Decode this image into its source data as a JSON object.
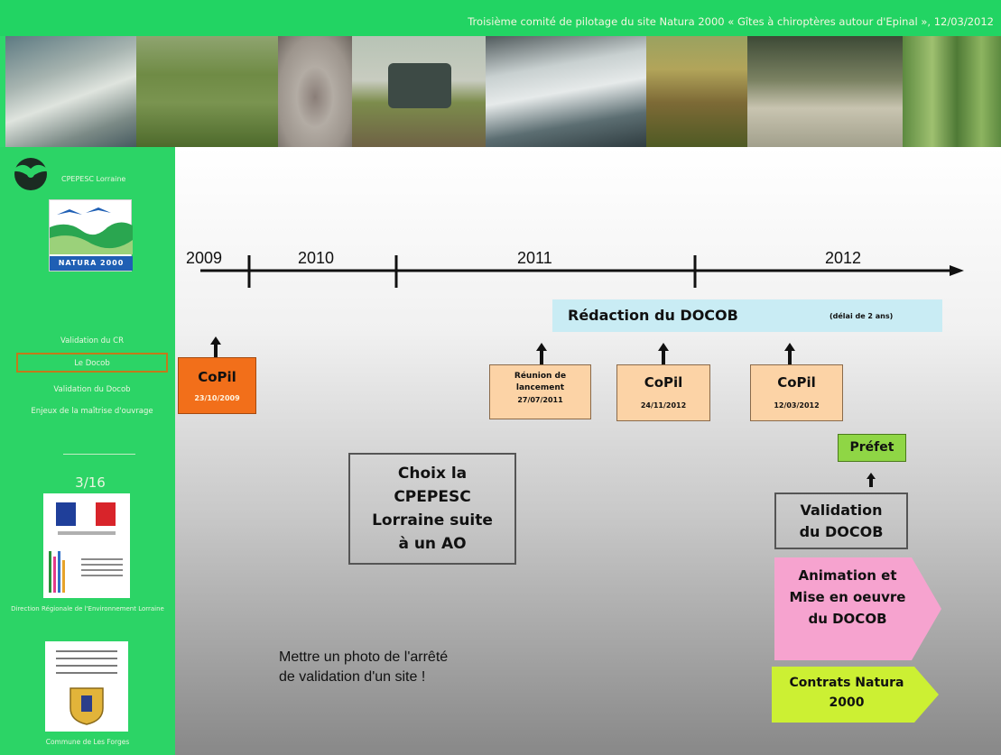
{
  "header": {
    "title": "Troisième comité de pilotage du site Natura 2000 « Gîtes à chiroptères autour d'Epinal », 12/03/2012"
  },
  "sidebar": {
    "org_name": "CPEPESC Lorraine",
    "natura_logo_text": "NATURA 2000",
    "nav": [
      {
        "label": "Validation du CR",
        "selected": false
      },
      {
        "label": "Le Docob",
        "selected": true
      },
      {
        "label": "Validation du Docob",
        "selected": false
      },
      {
        "label": "Enjeux de la maîtrise d'ouvrage",
        "selected": false
      }
    ],
    "page_counter": "3/16",
    "dreal_caption": "Direction Régionale de l'Environnement Lorraine",
    "commune_caption": "Commune de Les Forges"
  },
  "timeline": {
    "years": [
      "2009",
      "2010",
      "2011",
      "2012"
    ]
  },
  "redaction": {
    "main": "Rédaction du DOCOB",
    "note": "(délai de 2 ans)"
  },
  "events": [
    {
      "title": "CoPil",
      "date": "23/10/2009"
    },
    {
      "title": "Réunion de lancement",
      "date": "27/07/2011"
    },
    {
      "title": "CoPil",
      "date": "24/11/2012"
    },
    {
      "title": "CoPil",
      "date": "12/03/2012"
    }
  ],
  "choix_box": "Choix la CPEPESC Lorraine suite à un AO",
  "prefet": "Préfet",
  "validation_box": "Validation du DOCOB",
  "animation": "Animation et Mise en oeuvre du DOCOB",
  "contrats": "Contrats Natura 2000",
  "photo_note": "Mettre un photo de l'arrêté de validation d'un site !",
  "colors": {
    "header_green": "#22d463",
    "copil_first": "#f26f1a",
    "copil_other": "#fcd3a6",
    "redaction_band": "#c9ecf4",
    "prefet": "#8fd645",
    "animation": "#f6a3cf",
    "contrats": "#ccf033"
  }
}
